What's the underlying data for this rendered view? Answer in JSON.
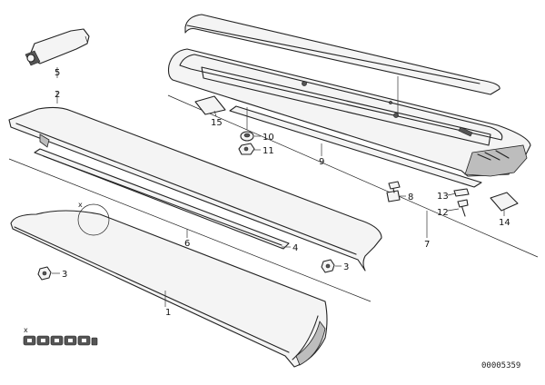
{
  "diagram": {
    "document_code": "00005359",
    "marker_letter": "x",
    "callouts": {
      "c1": "1",
      "c2": "2",
      "c3a": "3",
      "c3b": "3",
      "c4": "4",
      "c5": "5",
      "c6": "6",
      "c7": "7",
      "c8": "8",
      "c9": "9",
      "c10": "10",
      "c11": "11",
      "c12": "12",
      "c13": "13",
      "c14": "14",
      "c15": "15"
    }
  }
}
